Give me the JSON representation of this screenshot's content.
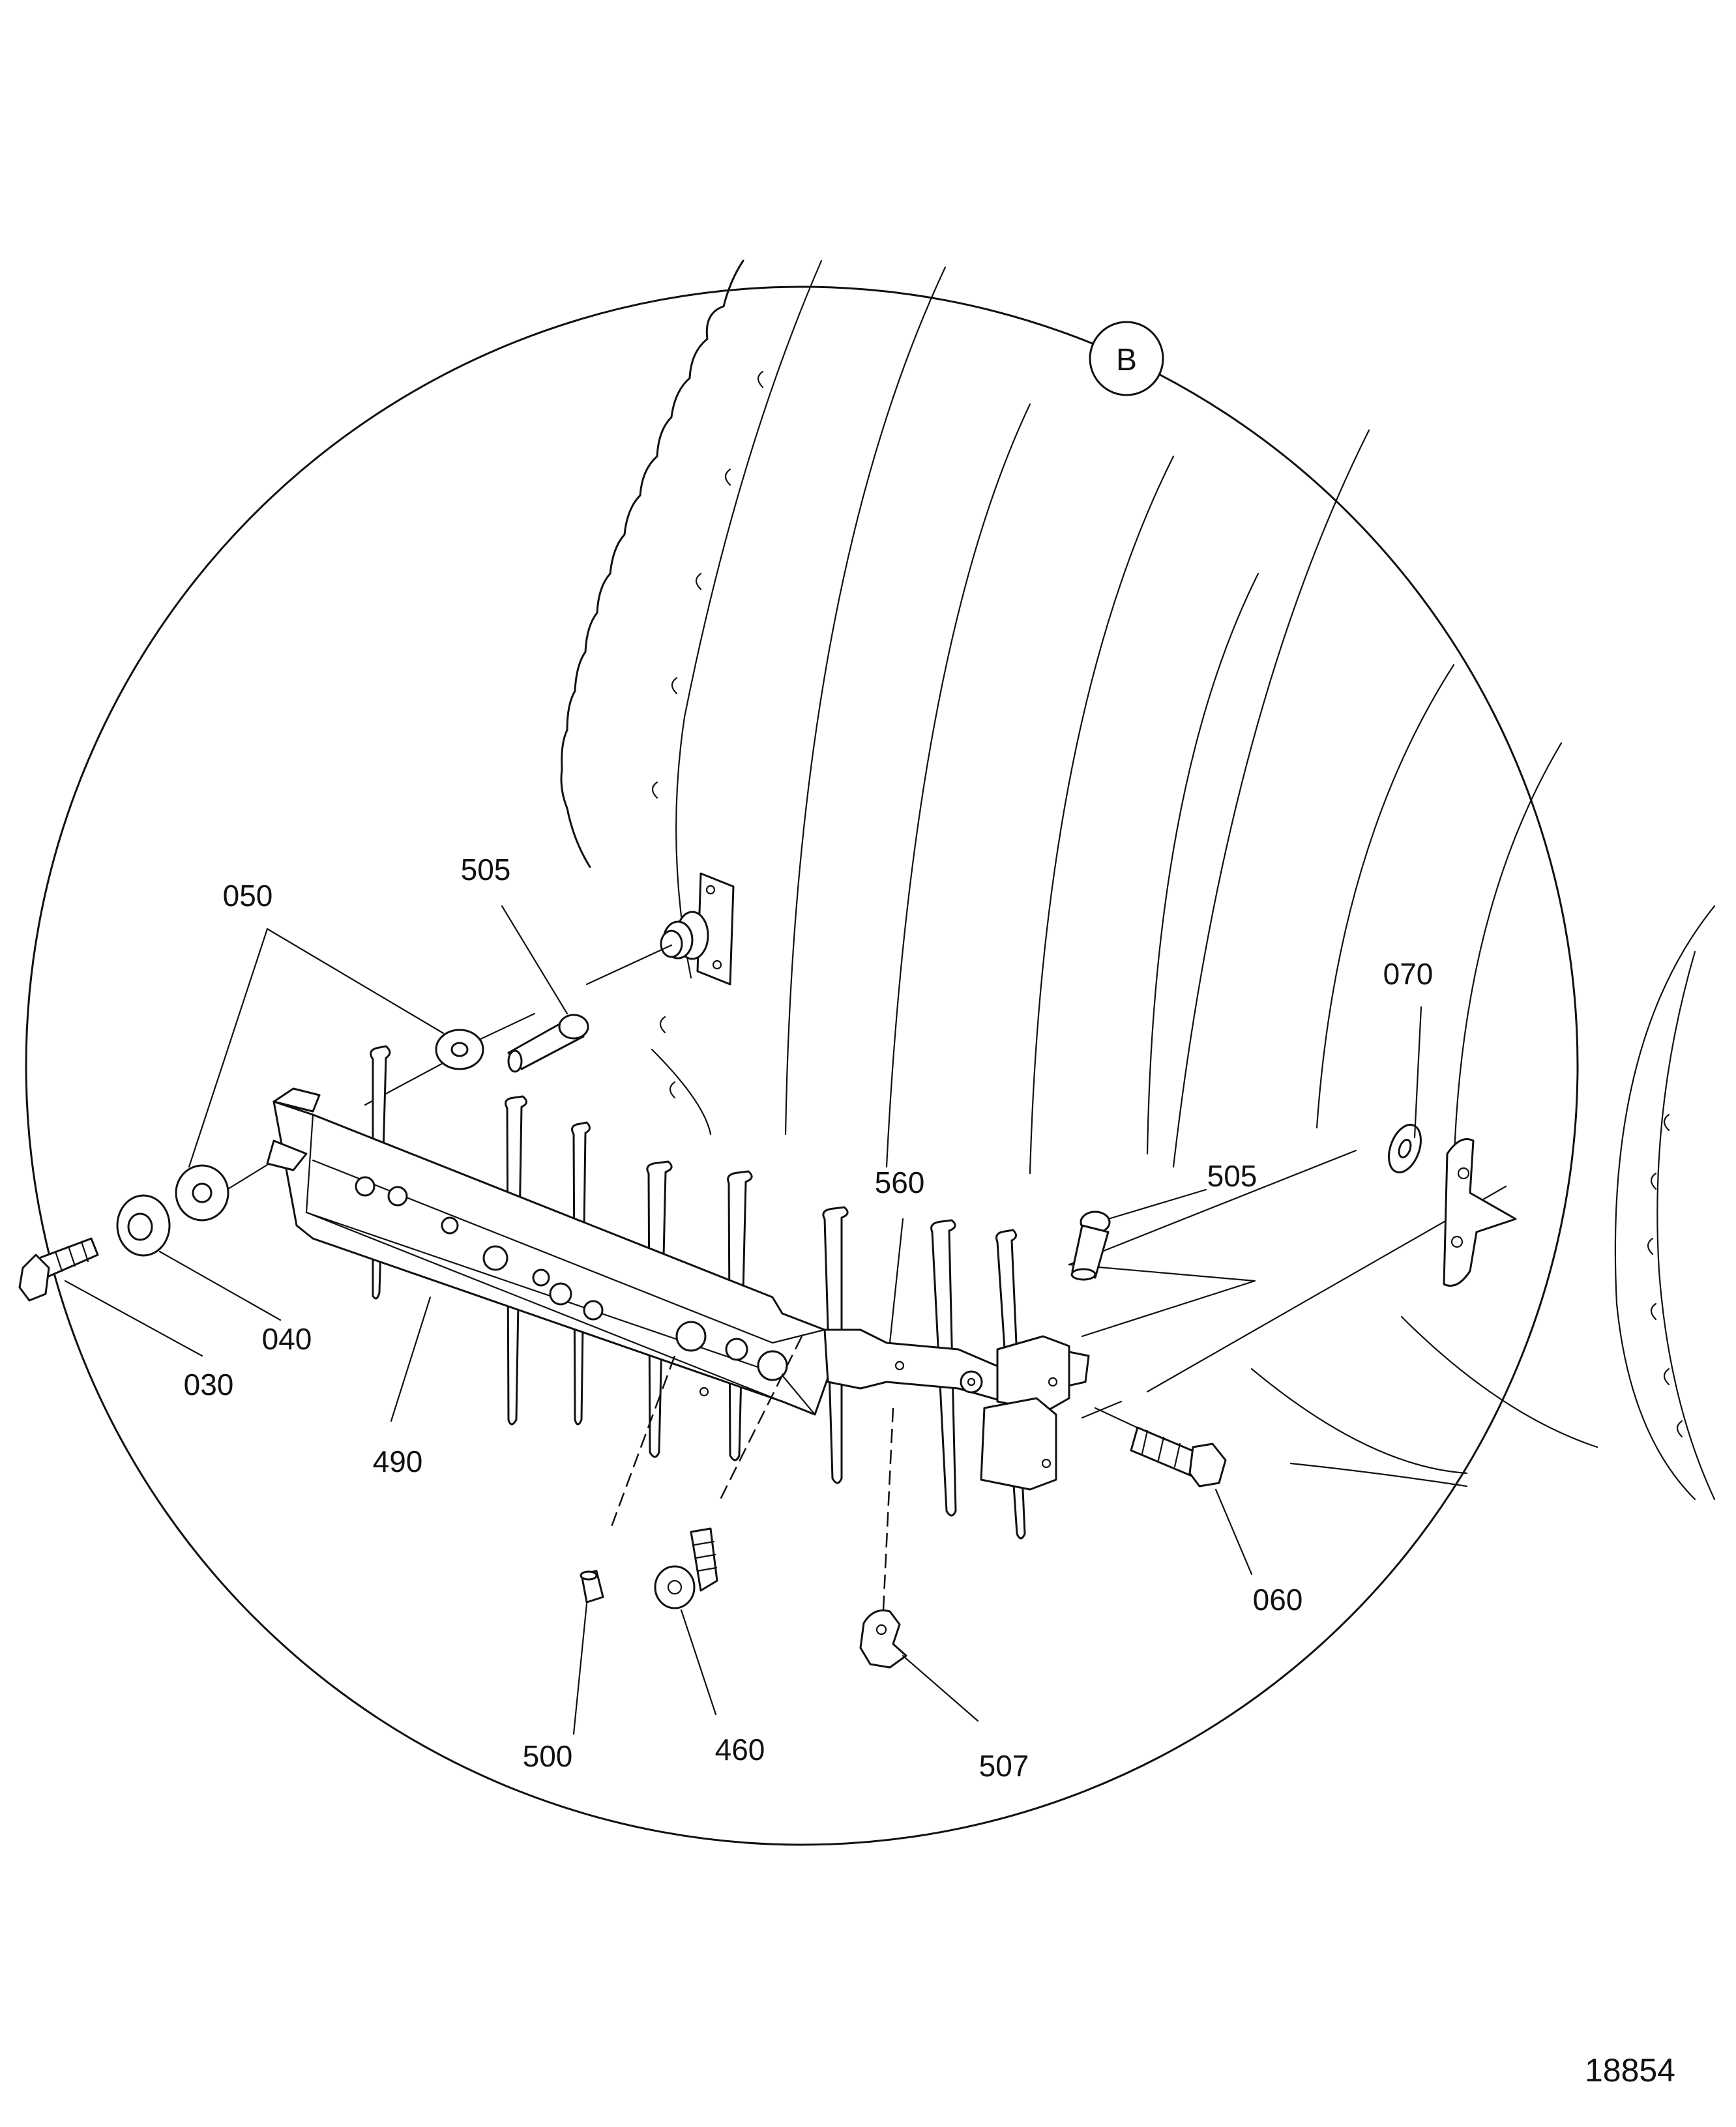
{
  "detail": {
    "letter": "B"
  },
  "callouts": [
    {
      "id": "050",
      "label": "050"
    },
    {
      "id": "505a",
      "label": "505"
    },
    {
      "id": "070",
      "label": "070"
    },
    {
      "id": "560",
      "label": "560"
    },
    {
      "id": "505b",
      "label": "505"
    },
    {
      "id": "040",
      "label": "040"
    },
    {
      "id": "030",
      "label": "030"
    },
    {
      "id": "490",
      "label": "490"
    },
    {
      "id": "060",
      "label": "060"
    },
    {
      "id": "500",
      "label": "500"
    },
    {
      "id": "460",
      "label": "460"
    },
    {
      "id": "507",
      "label": "507"
    }
  ],
  "figure_number": "18854"
}
